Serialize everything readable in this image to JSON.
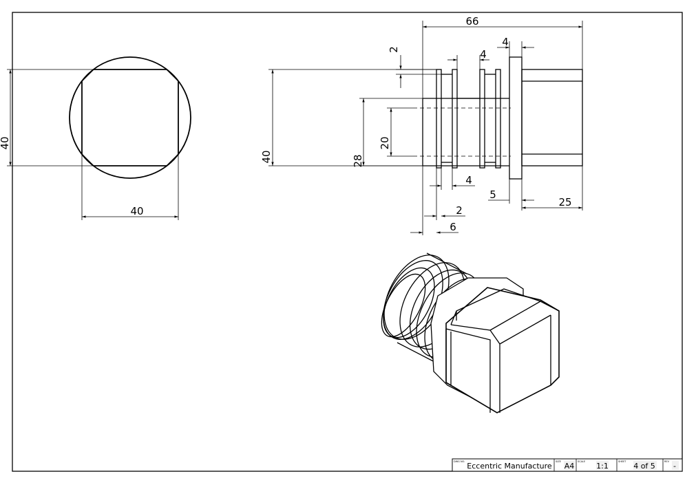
{
  "title_block": {
    "drawing_no_label": "DWG NO.",
    "title": "Eccentric Manufacture",
    "size_label": "SIZE",
    "size": "A4",
    "scale_label": "SCALE",
    "scale": "1:1",
    "sheet_label": "SHEET",
    "sheet": "4 of 5",
    "rev_label": "REV",
    "rev": "-"
  },
  "front_view": {
    "width_dim": "40",
    "height_dim": "40"
  },
  "side_view": {
    "overall_length": "66",
    "groove_depth": "2",
    "groove_width_top": "4",
    "flange_width_top": "4",
    "outer_diameter": "40",
    "shaft_diameter": "28",
    "groove_diameter": "20",
    "groove_width_bottom": "4",
    "groove_offset": "2",
    "start_offset": "6",
    "flange_thickness": "5",
    "head_length": "25"
  }
}
